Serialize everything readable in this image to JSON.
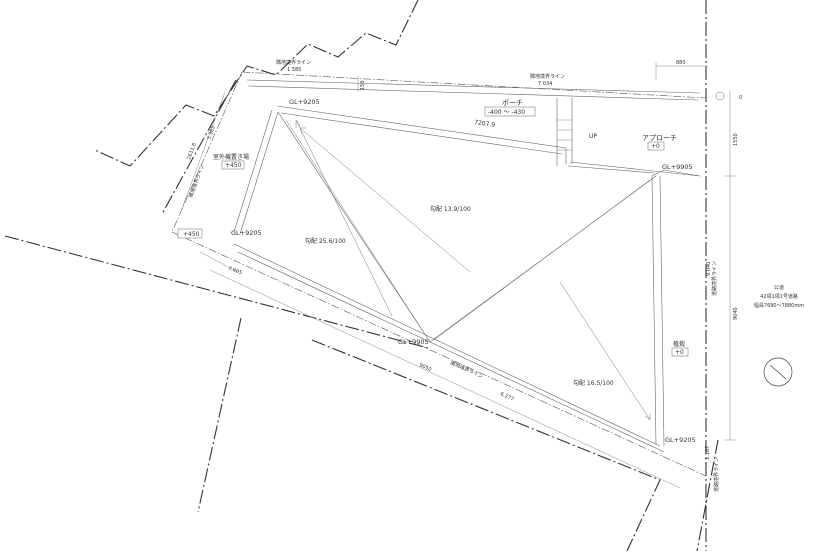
{
  "levels": {
    "gl_9205_top_left": "GL+9205",
    "gl_9205_mid_left": "GL+9205",
    "gl_9905_right": "GL+9905",
    "gl_9905_bottom": "GL+9905",
    "gl_9205_bottom_right": "GL+9205"
  },
  "areas": {
    "porch": {
      "name": "ポーチ",
      "range": "-400 〜 -430"
    },
    "approach": {
      "name": "アプローチ",
      "level": "+0"
    },
    "outdoor_unit": {
      "name": "室外機置き場",
      "level": "+450"
    },
    "planting": {
      "name": "植栽",
      "level": "+0"
    },
    "left_level": "+450"
  },
  "slopes": {
    "s1": "勾配 13.9/100",
    "s2": "勾配 25.6/100",
    "s3": "勾配 16.5/100"
  },
  "boundary_labels": {
    "top_left_label": "隣地境界ライン",
    "top_left_value": "1.585",
    "top_right_label": "隣地境界ライン",
    "top_right_value": "7.034",
    "left_vertical_label": "隣地境界ライン",
    "left_vertical_value": "3.385",
    "bottom_label": "隣地境界ライン",
    "bottom_value": "6.277",
    "right_top_label": "道路境界ライン",
    "right_top_value": "9.040",
    "right_bottom_label": "道路境界ライン",
    "right_bottom_value": "1.167",
    "lower_left_value": "2.605"
  },
  "dimensions": {
    "d880": "880",
    "d150": "150",
    "d7207": "7207.9",
    "d2611": "2611.6",
    "d1550": "1550",
    "d9040": "9040",
    "d9050": "9050"
  },
  "markers": {
    "up": "UP",
    "zero": "0"
  },
  "road": {
    "line1": "公道",
    "line2": "42項1項1号道路",
    "line3": "幅員7690〜7880mm"
  },
  "colors": {
    "line": "#555555",
    "boundary": "#333333"
  }
}
